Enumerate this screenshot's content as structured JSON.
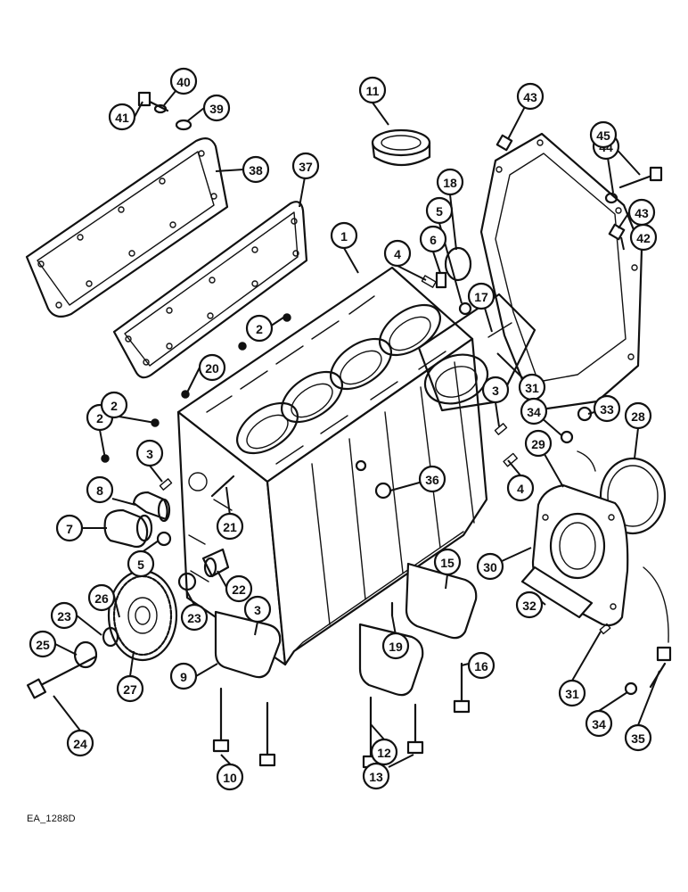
{
  "figure": {
    "reference_code": "EA_1288D",
    "callout_labels": [
      "1",
      "2",
      "2",
      "2",
      "3",
      "3",
      "3",
      "4",
      "4",
      "5",
      "5",
      "6",
      "7",
      "8",
      "9",
      "10",
      "11",
      "12",
      "13",
      "15",
      "16",
      "17",
      "18",
      "19",
      "20",
      "21",
      "22",
      "23",
      "23",
      "24",
      "25",
      "26",
      "27",
      "28",
      "29",
      "30",
      "31",
      "31",
      "32",
      "33",
      "34",
      "34",
      "35",
      "36",
      "37",
      "38",
      "39",
      "40",
      "41",
      "42",
      "43",
      "43",
      "44",
      "45"
    ]
  }
}
